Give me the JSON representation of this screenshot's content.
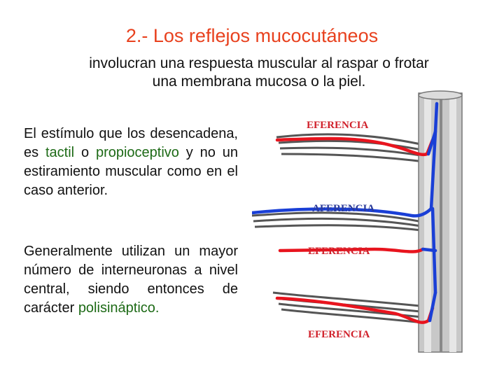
{
  "slide": {
    "title": "2.-  Los reflejos mucocutáneos",
    "subtitle_line1": "involucran una respuesta muscular al raspar o frotar",
    "subtitle_line2": "una membrana mucosa o la piel."
  },
  "paragraph1": {
    "part1": "El estímulo que los desencadena, es ",
    "hl1": "tactil",
    "part2": " o ",
    "hl2": "propioceptivo",
    "part3": " y no un estiramiento muscular como en el caso anterior."
  },
  "paragraph2": {
    "part1": "Generalmente utilizan un mayor número de interneuronas a nivel central, siendo entonces de carácter ",
    "hl1": "polisináptico."
  },
  "figure": {
    "labels": {
      "eferencia_1": "EFERENCIA",
      "aferencia": "AFERENCIA",
      "eferencia_2": "EFERENCIA",
      "eferencia_3": "EFERENCIA"
    },
    "colors": {
      "eferent": "#e8141e",
      "aferent": "#1a3fd6",
      "nerve": "#555555",
      "cord": "#c8c8c8",
      "label_red": "#d0202a",
      "label_blue": "#2a3a9a"
    }
  }
}
